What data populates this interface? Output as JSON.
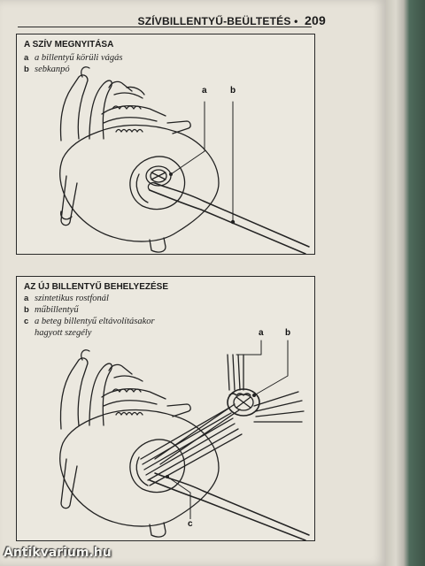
{
  "running_head": {
    "title": "SZÍVBILLENTYŰ-BEÜLTETÉS",
    "separator": "•",
    "page_number": "209"
  },
  "figure1": {
    "title": "A SZÍV MEGNYITÁSA",
    "legend": [
      {
        "letter": "a",
        "text": "a billentyű körüli vágás"
      },
      {
        "letter": "b",
        "text": "sebkanpó"
      }
    ],
    "callouts": {
      "a": "a",
      "b": "b"
    }
  },
  "figure2": {
    "title": "AZ ÚJ BILLENTYŰ BEHELYEZÉSE",
    "legend": [
      {
        "letter": "a",
        "text": "szintetikus rostfonál"
      },
      {
        "letter": "b",
        "text": "műbillentyű"
      },
      {
        "letter": "c",
        "text": "a beteg billentyű eltávolításakor"
      }
    ],
    "legend_cont": "hagyott szegély",
    "callouts": {
      "a": "a",
      "b": "b",
      "c": "c"
    }
  },
  "watermark": "Antikvarium.hu"
}
